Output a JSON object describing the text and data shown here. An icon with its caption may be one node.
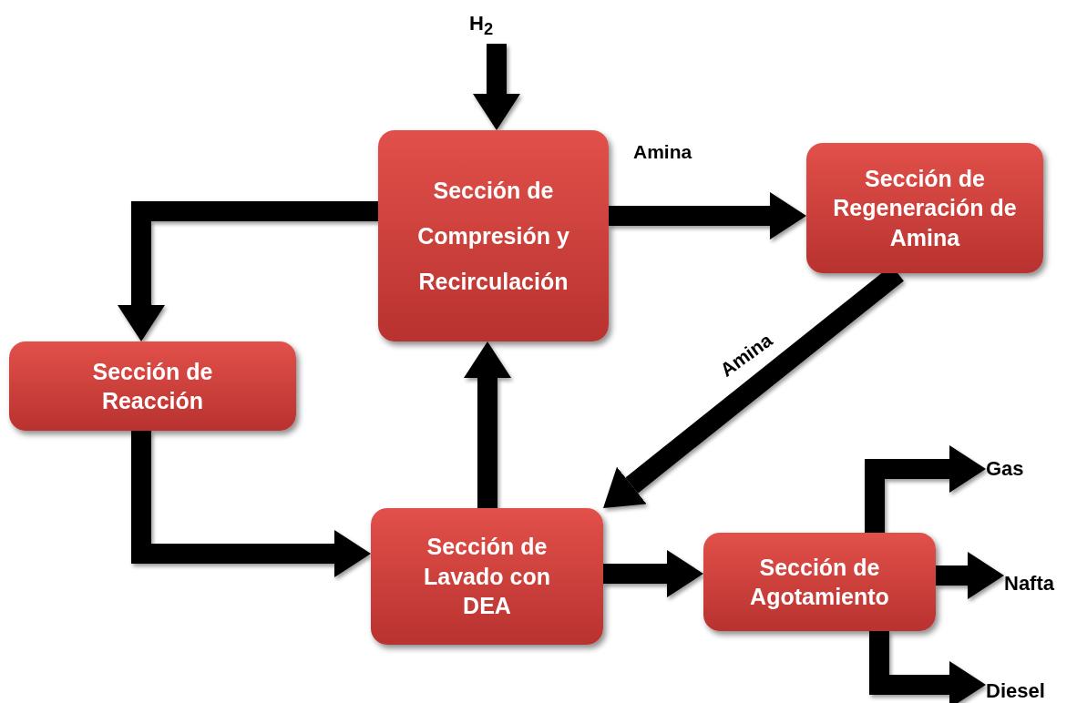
{
  "diagram": {
    "nodes": [
      {
        "text": [
          "H$_{2}$"
        ]
      },
      {
        "text": [
          "Sección de Compresión y Recirculación"
        ]
      },
      {
        "text": [
          "Sección de Regeneración de Amina"
        ]
      },
      {
        "text": [
          "Sección de Reacción"
        ]
      },
      {
        "text": [
          "Sección de Lavado con DEA"
        ]
      },
      {
        "text": [
          "Sección de Agotamiento"
        ]
      },
      {
        "text": [
          "Gas"
        ]
      },
      {
        "text": [
          "Nafta"
        ]
      },
      {
        "text": [
          "Diesel"
        ]
      }
    ],
    "edges": [
      {
        "from": 0,
        "to": 1,
        "arrow": "to"
      },
      {
        "from": 1,
        "to": 2,
        "arrow": "to",
        "label": "Amina"
      },
      {
        "from": 2,
        "to": 4,
        "arrow": "to",
        "label": "Amina"
      },
      {
        "from": 1,
        "to": 3,
        "arrow": "to"
      },
      {
        "from": 3,
        "to": 4,
        "arrow": "to"
      },
      {
        "from": 4,
        "to": 1,
        "arrow": "to"
      },
      {
        "from": 4,
        "to": 5,
        "arrow": "to"
      },
      {
        "from": 5,
        "to": 6,
        "arrow": "to"
      },
      {
        "from": 5,
        "to": 7,
        "arrow": "to"
      },
      {
        "from": 5,
        "to": 8,
        "arrow": "to"
      }
    ]
  }
}
